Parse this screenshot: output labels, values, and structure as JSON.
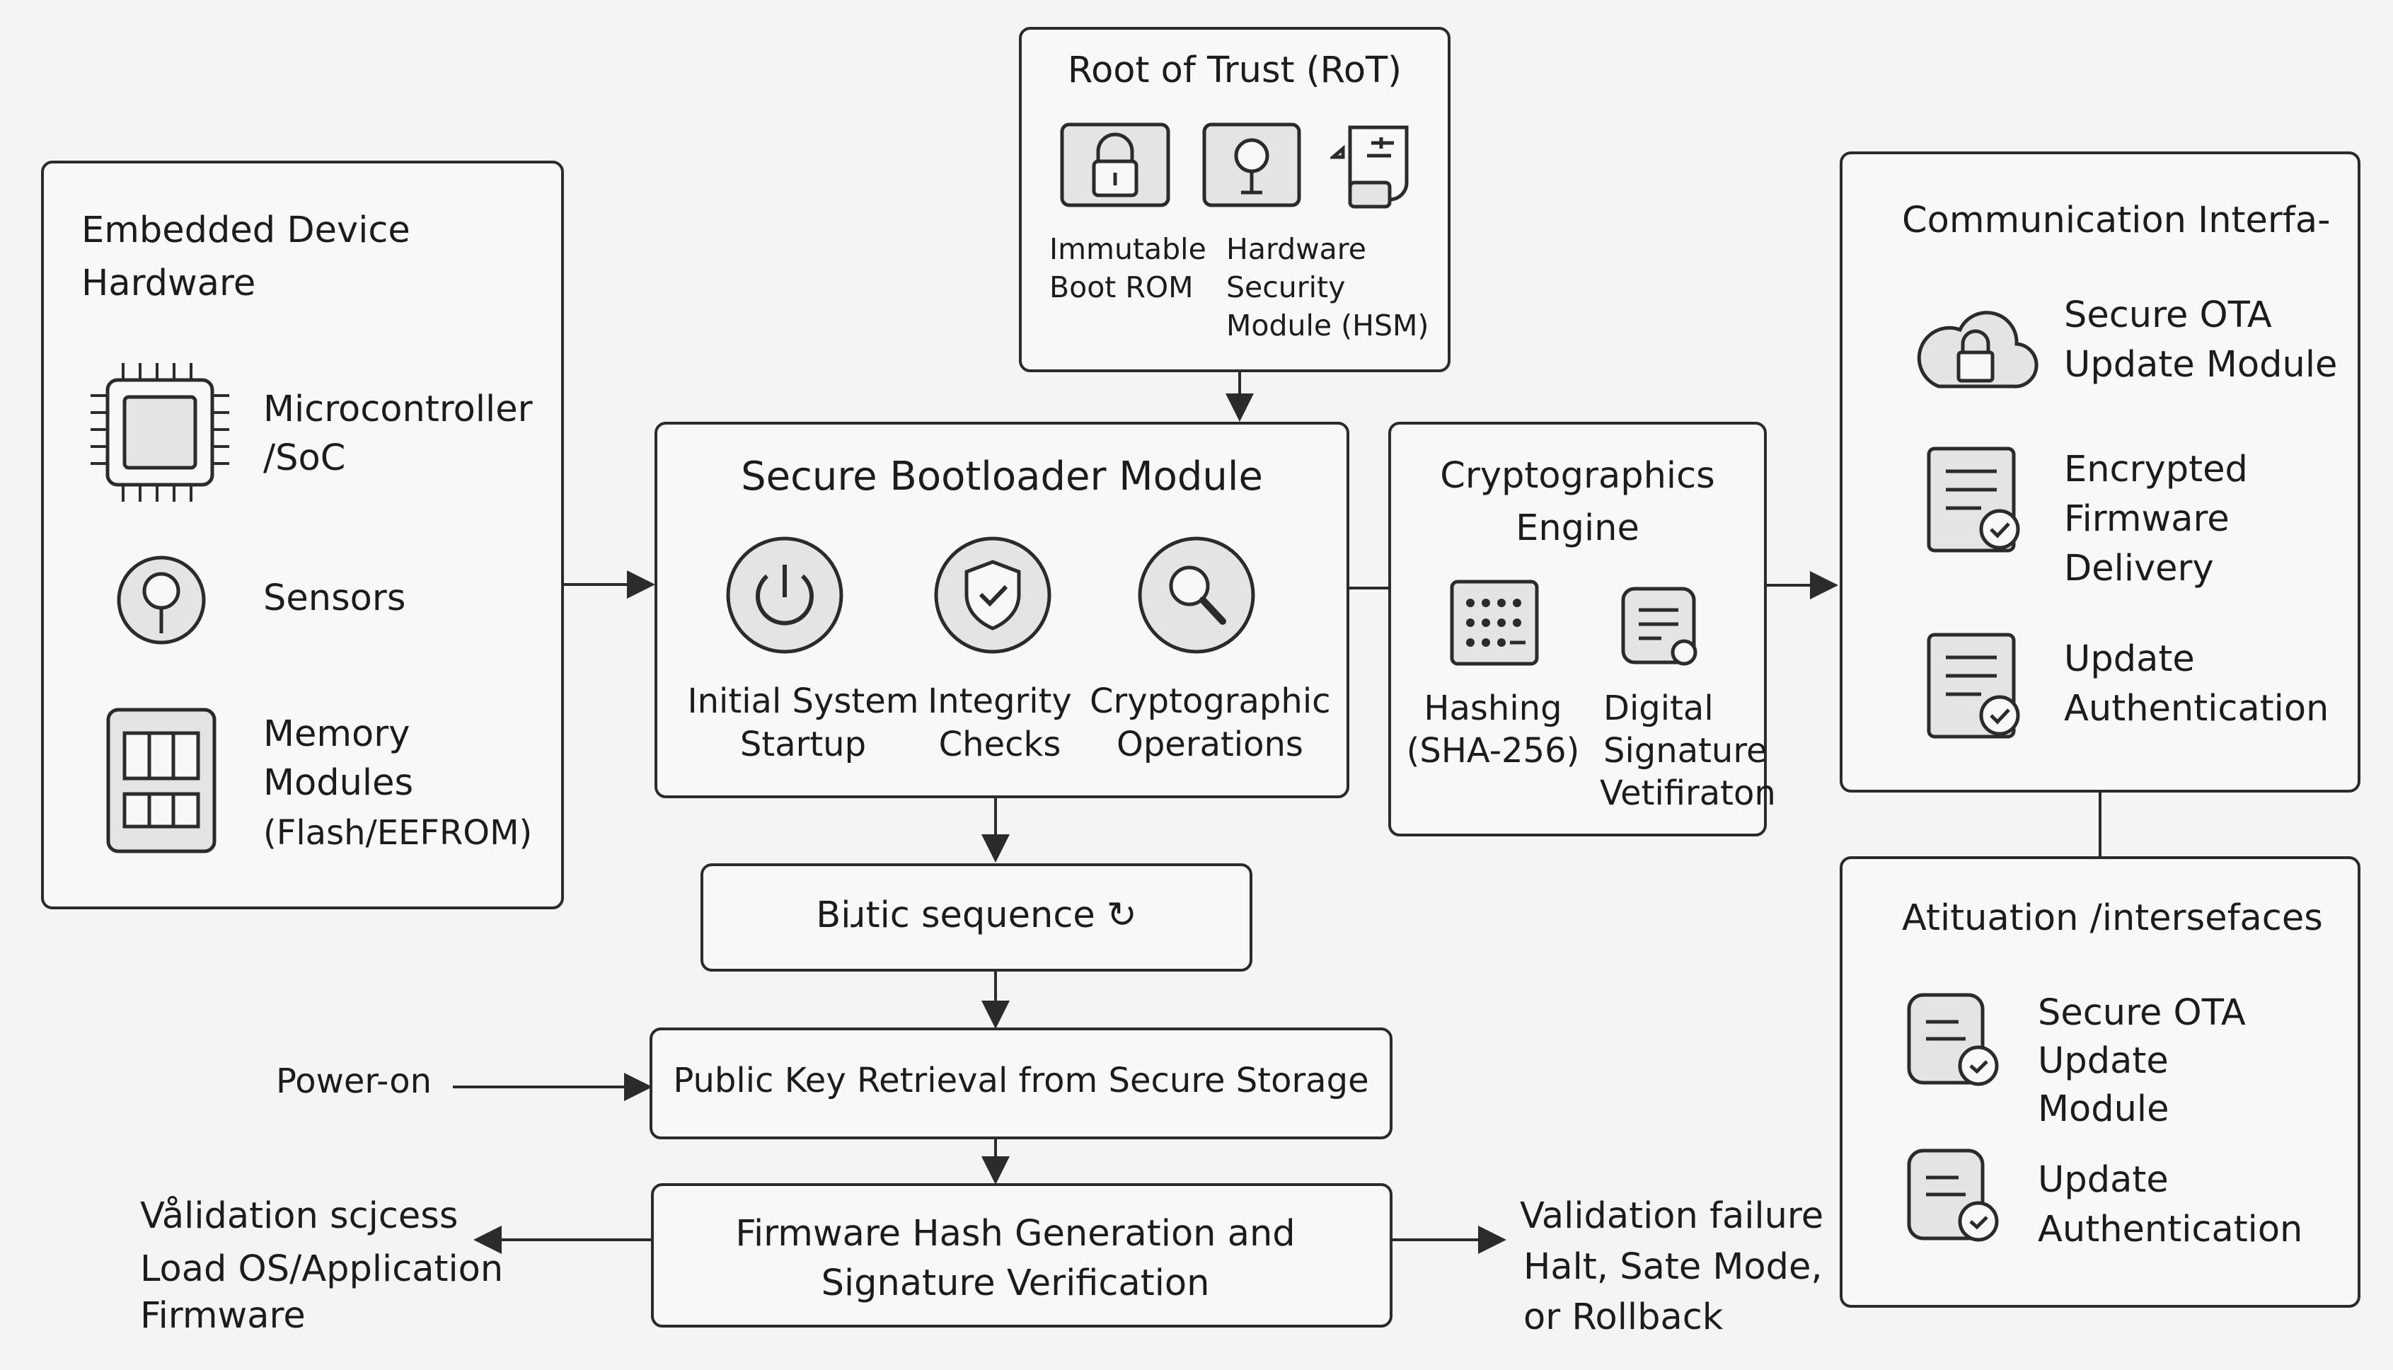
{
  "hardware": {
    "title": [
      "Embedded Device",
      "Hardware"
    ],
    "mcu_label": [
      "Microcontroller",
      "/SoC"
    ],
    "sensors_label": "Sensors",
    "memory_label": [
      "Memory",
      "Modules",
      "(Flash/EEFROM)"
    ]
  },
  "rot": {
    "title": "Root of Trust (RoT)",
    "rom_label": [
      "Immutable",
      "Boot ROM"
    ],
    "hsm_label": [
      "Hardware",
      "Security",
      "Module (HSM)"
    ]
  },
  "bootloader": {
    "title": "Secure Bootloader Module",
    "startup_label": [
      "Initial System",
      "Startup"
    ],
    "integrity_label": [
      "Integrity",
      "Checks"
    ],
    "crypto_label": [
      "Cryptographic",
      "Operations"
    ]
  },
  "crypto_engine": {
    "title": [
      "Cryptographics",
      "Engine"
    ],
    "hash_label": [
      "Hashing",
      "(SHA-256)"
    ],
    "sig_label": [
      "Digital",
      "Signature",
      "Vetifiraton"
    ]
  },
  "comm": {
    "title": "Communication Interfa-",
    "ota_label": [
      "Secure OTA",
      "Update Module"
    ],
    "fw_label": [
      "Encrypted",
      "Firmware",
      "Delivery"
    ],
    "auth_label": [
      "Update",
      "Authentication"
    ]
  },
  "act": {
    "title": "Atituation /intersefaces",
    "ota_label": [
      "Secure OTA",
      "Update",
      "Module"
    ],
    "auth_label": [
      "Update",
      "Authentication"
    ]
  },
  "flow": {
    "sequence_label": "Biɹtic sequence ↻",
    "pubkey_label": "Public Key Retrieval from Secure Storage",
    "hash_label": [
      "Firmware Hash Generation and",
      "Signature Verification"
    ],
    "power_on": "Power-on",
    "success": [
      "Vålidation scjcess",
      "Load OS/Application",
      " Firmware"
    ],
    "failure": [
      "Validation failure",
      "Halt, Sate Mode,",
      "or Rollback"
    ]
  },
  "icons": {
    "mcu": "chip-icon",
    "sensor": "sensor-icon",
    "memory": "memory-icon",
    "rom": "lock-icon",
    "hsm": "key-icon",
    "hsm_doc": "hsm-card-icon",
    "startup": "power-icon",
    "integrity": "shield-check-icon",
    "crypto": "magnifier-icon",
    "hash": "hash-grid-icon",
    "signature": "signature-doc-icon",
    "ota": "cloud-lock-icon",
    "fw": "doc-check-icon",
    "auth": "doc-check-icon"
  },
  "colors": {
    "stroke": "#2b2b2b",
    "fill": "#f8f8f8",
    "icon_fill": "#e4e4e4",
    "background": "#f4f4f4"
  }
}
